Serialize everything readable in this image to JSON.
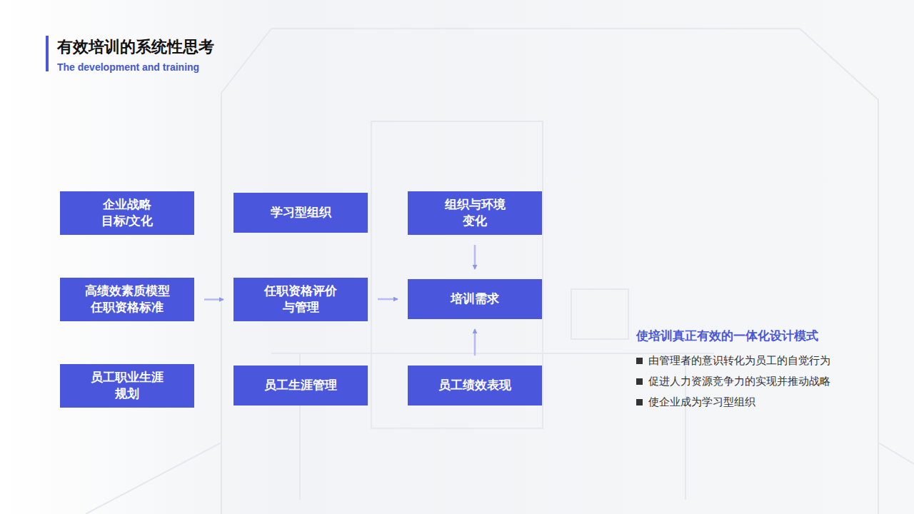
{
  "diagram": {
    "title": "有效培训的系统性思考",
    "nodes": [
      {
        "text": [
          "企业战略 目标/文化"
        ]
      },
      {
        "text": [
          "学习型组织"
        ]
      },
      {
        "text": [
          "组织与环境 变化"
        ]
      },
      {
        "text": [
          "高绩效素质模型 任职资格标准"
        ]
      },
      {
        "text": [
          "任职资格评价 与管理"
        ]
      },
      {
        "text": [
          "培训需求"
        ]
      },
      {
        "text": [
          "员工职业生涯 规划"
        ]
      },
      {
        "text": [
          "员工生涯管理"
        ]
      },
      {
        "text": [
          "员工绩效表现"
        ]
      }
    ],
    "edges": [
      {
        "from": 3,
        "to": 4,
        "arrow": "to"
      },
      {
        "from": 4,
        "to": 5,
        "arrow": "to"
      },
      {
        "from": 2,
        "to": 5,
        "arrow": "to"
      },
      {
        "from": 8,
        "to": 5,
        "arrow": "to"
      }
    ],
    "labels": [
      "The development and training",
      "使培训真正有效的一体化设计模式",
      "由管理者的意识转化为员工的自觉行为",
      "促进人力资源竞争力的实现并推动战略",
      "使企业成为学习型组织"
    ]
  }
}
